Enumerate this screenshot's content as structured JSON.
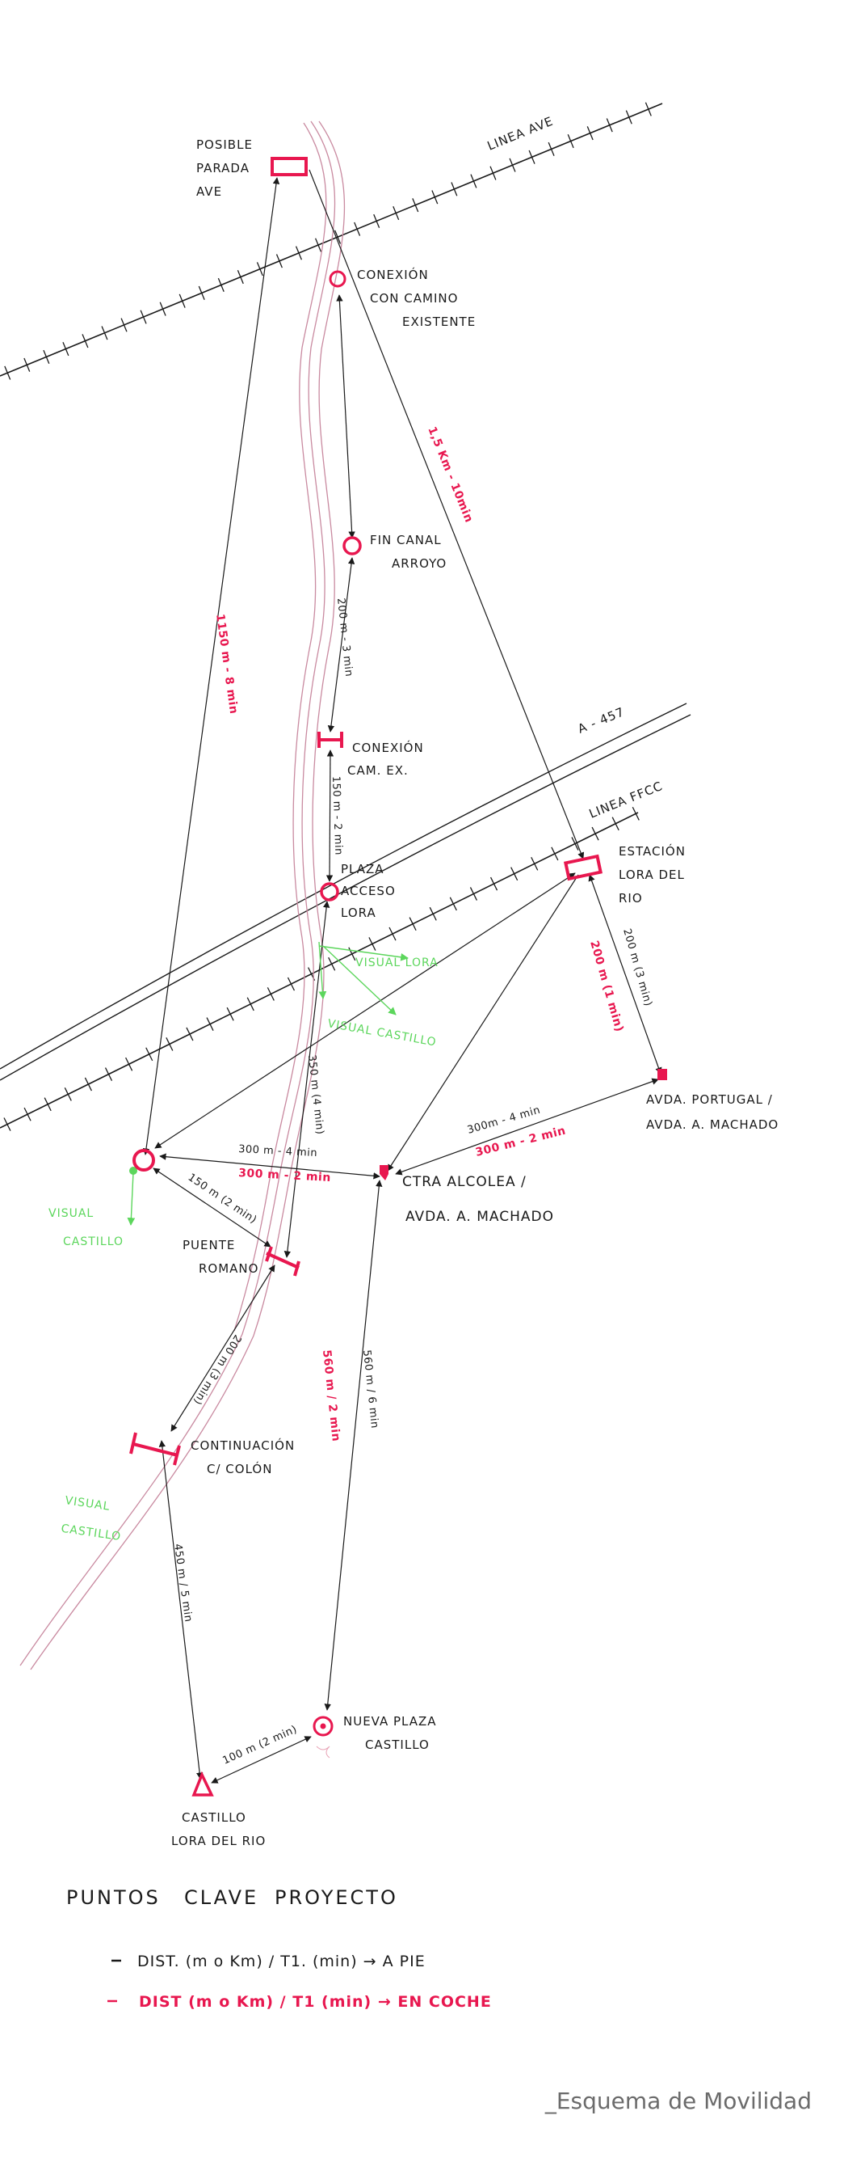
{
  "colors": {
    "ink": "#1a1a1a",
    "red": "#e8174f",
    "green": "#5cd65c",
    "caption": "#6b6b6b",
    "river": "#c98aa0"
  },
  "lines": {
    "ave": "LINEA AVE",
    "road": "A - 457",
    "ffcc": "LINEA FFCC"
  },
  "nodes": {
    "parada_ave": [
      "POSIBLE",
      "PARADA",
      "AVE"
    ],
    "conexion_camino": [
      "CONEXIÓN",
      "CON CAMINO",
      "EXISTENTE"
    ],
    "fin_canal": [
      "FIN CANAL",
      "ARROYO"
    ],
    "conexion_cam_ex": [
      "CONEXIÓN",
      "CAM. EX."
    ],
    "plaza_acceso": [
      "PLAZA",
      "ACCESO",
      "LORA"
    ],
    "estacion": [
      "ESTACIÓN",
      "LORA DEL",
      "RIO"
    ],
    "avda_portugal": [
      "AVDA. PORTUGAL /",
      "AVDA. A. MACHADO"
    ],
    "ctra_alcolea": [
      "CTRA ALCOLEA /",
      "AVDA. A. MACHADO"
    ],
    "puente_romano": [
      "PUENTE",
      "ROMANO"
    ],
    "continuacion": [
      "CONTINUACIÓN",
      "C/ COLÓN"
    ],
    "nueva_plaza": [
      "NUEVA PLAZA",
      "CASTILLO"
    ],
    "castillo": [
      "CASTILLO",
      "LORA DEL RIO"
    ]
  },
  "visuals": {
    "lora": "VISUAL LORA",
    "castillo_1": "VISUAL CASTILLO",
    "visual_short": "VISUAL",
    "castillo_short": "CASTILLO",
    "castillo_3_a": "VISUAL",
    "castillo_3_b": "CASTILLO"
  },
  "distances": {
    "ave_estacion_car": "1,5 Km - 10min",
    "ave_left_car": "1150 m - 8 min",
    "fin_canal_conexion": "200 m - 3 min",
    "conexion_plaza": "150 m - 2 min",
    "plaza_puente": "350 m (4 min)",
    "estacion_avda_walk": "200 m (3 min)",
    "estacion_avda_car": "200 m (1 min)",
    "avda_ctra_walk": "300m - 4 min",
    "avda_ctra_car": "300 m - 2 min",
    "left_ctra_walk": "300 m - 4 min",
    "left_ctra_car": "300 m - 2 min",
    "left_puente": "150 m (2 min)",
    "puente_continuacion": "200 m (3 min)",
    "ctra_plaza_walk": "560 m / 6 min",
    "ctra_plaza_car": "560 m / 2 min",
    "continuacion_castillo": "450 m / 5 min",
    "castillo_plaza": "100 m (2 min)"
  },
  "legend": {
    "title_1": "PUNTOS",
    "title_2": "CLAVE",
    "title_3": "PROYECTO",
    "walk": "DIST. (m o Km) / T1. (min) → A PIE",
    "car": "DIST (m o Km) / T1 (min) → EN COCHE"
  },
  "caption": "_Esquema de Movilidad"
}
